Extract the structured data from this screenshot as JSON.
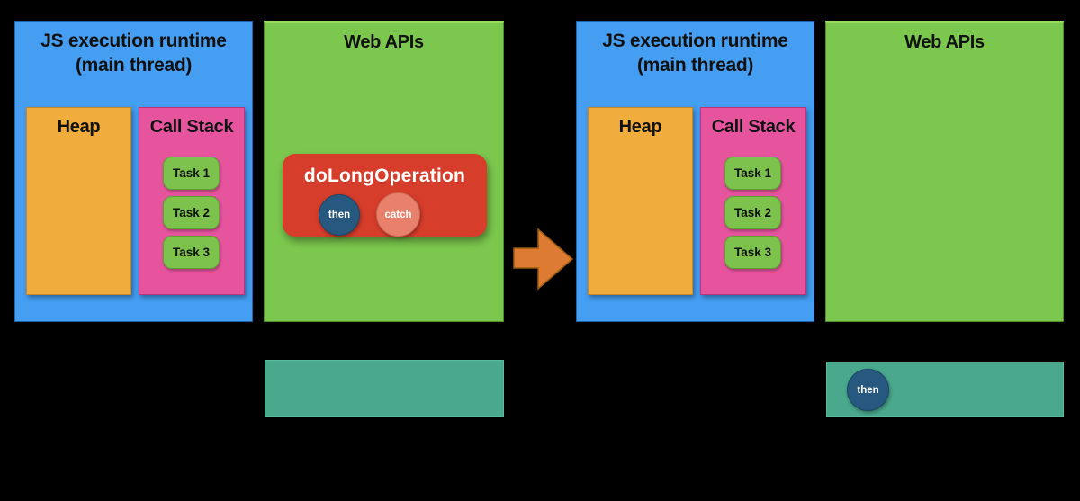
{
  "colors": {
    "background": "#000000",
    "panel_blue": "#459EF2",
    "panel_green": "#7CC84E",
    "heap_orange": "#F0AC3D",
    "stack_pink": "#E7549E",
    "task_green": "#7CC24D",
    "operation_red": "#D63D2B",
    "handler_navy": "#27587F",
    "handler_salmon": "#E8806B",
    "queue_teal": "#4AA98C",
    "arrow_orange": "#DE7B33"
  },
  "left_panel": {
    "runtime_title_line1": "JS execution runtime",
    "runtime_title_line2": "(main thread)",
    "heap_label": "Heap",
    "call_stack_label": "Call Stack",
    "tasks": [
      "Task 1",
      "Task 2",
      "Task 3"
    ],
    "web_apis_label": "Web APIs",
    "operation": {
      "title": "doLongOperation",
      "handlers": [
        "then",
        "catch"
      ]
    }
  },
  "right_panel": {
    "runtime_title_line1": "JS execution runtime",
    "runtime_title_line2": "(main thread)",
    "heap_label": "Heap",
    "call_stack_label": "Call Stack",
    "tasks": [
      "Task 1",
      "Task 2",
      "Task 3"
    ],
    "web_apis_label": "Web APIs",
    "queue_item": "then"
  }
}
